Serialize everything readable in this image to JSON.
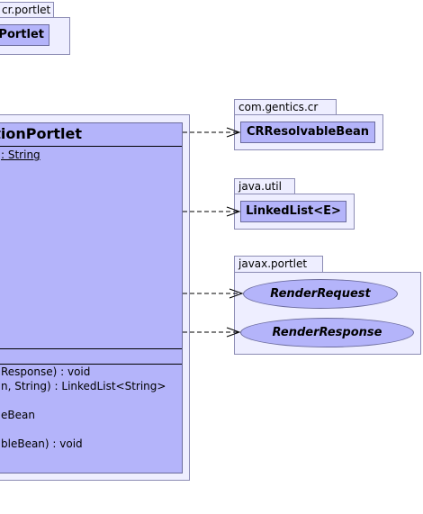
{
  "packages": {
    "top": {
      "label": "cr.portlet",
      "class_label": "Portlet"
    },
    "crresolvable": {
      "label": "com.gentics.cr",
      "class_label": "CRResolvableBean"
    },
    "javautil": {
      "label": "java.util",
      "class_label": "LinkedList<E>"
    },
    "javaxportlet": {
      "label": "javax.portlet",
      "interfaces": [
        "RenderRequest",
        "RenderResponse"
      ]
    }
  },
  "main_class": {
    "title": "ctionPortlet",
    "attribute": ": String",
    "methods": [
      "Response) : void",
      "n, String) : LinkedList<String>",
      "",
      "eBean",
      "",
      "bleBean) : void"
    ]
  },
  "colors": {
    "package_fill": "#eeeeff",
    "class_fill": "#b4b4fa",
    "border": "#6c6c9e"
  }
}
